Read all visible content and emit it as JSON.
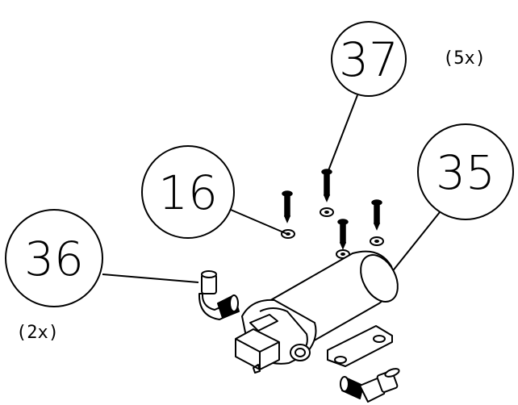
{
  "diagram": {
    "type": "exploded-parts-drawing",
    "callouts": [
      {
        "id": "c37",
        "number": "37",
        "quantity": "(5x)"
      },
      {
        "id": "c16",
        "number": "16",
        "quantity": ""
      },
      {
        "id": "c35",
        "number": "35",
        "quantity": ""
      },
      {
        "id": "c36",
        "number": "36",
        "quantity": "(2x)"
      }
    ],
    "parts": {
      "screw": "screw",
      "washer": "washer",
      "pump": "pump",
      "fitting": "elbow-fitting"
    }
  }
}
